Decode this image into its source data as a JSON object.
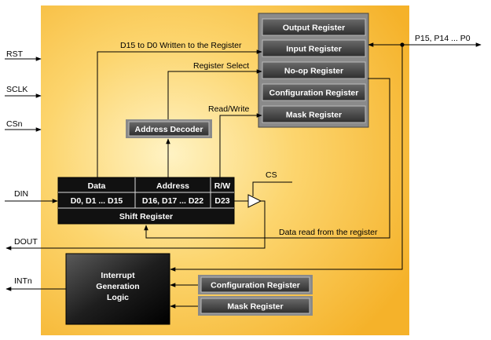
{
  "signals": {
    "rst": "RST",
    "sclk": "SCLK",
    "csn": "CSn",
    "din": "DIN",
    "dout": "DOUT",
    "intn": "INTn",
    "ports": "P15, P14 ... P0",
    "cs": "CS"
  },
  "registers": {
    "output": "Output Register",
    "input": "Input Register",
    "noop": "No-op Register",
    "configuration": "Configuration Register",
    "mask": "Mask Register"
  },
  "address_decoder": "Address Decoder",
  "shift_register": {
    "title": "Shift Register",
    "data_header": "Data",
    "data_bits": "D0, D1 ... D15",
    "address_header": "Address",
    "address_bits": "D16, D17 ... D22",
    "rw_header": "R/W",
    "rw_bit": "D23"
  },
  "interrupt_logic": {
    "line1": "Interrupt",
    "line2": "Generation",
    "line3": "Logic"
  },
  "interrupt_inputs": {
    "configuration": "Configuration Register",
    "mask": "Mask Register"
  },
  "annotations": {
    "written": "D15 to D0 Written to the  Register",
    "register_select": "Register Select",
    "read_write": "Read/Write",
    "data_read": "Data read from the register"
  },
  "colors": {
    "background": "#f7b733",
    "block": "#1a1a1a",
    "register_fill": "#4a4a4a"
  }
}
